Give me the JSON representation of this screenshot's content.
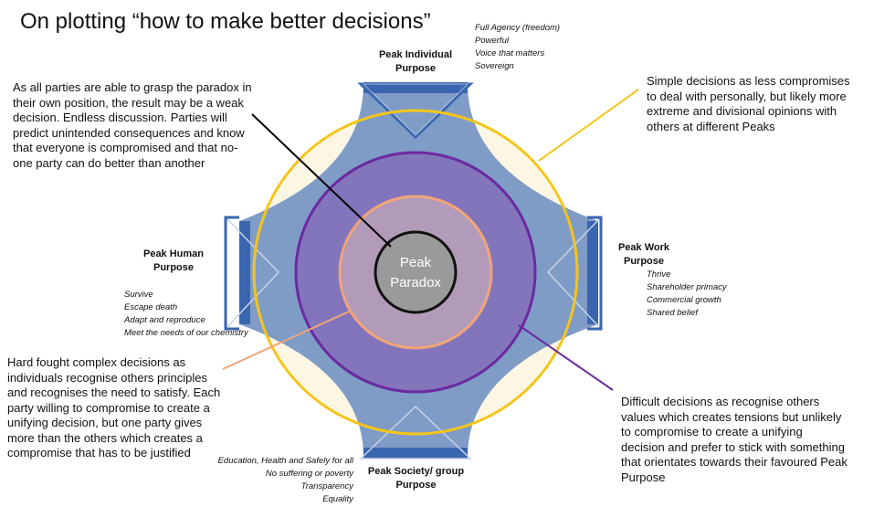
{
  "title": "On plotting “how to make better decisions”",
  "center_label_line1": "Peak",
  "center_label_line2": "Paradox",
  "peaks": {
    "individual": {
      "label_line1": "Peak Individual",
      "label_line2": "Purpose",
      "attributes": [
        "Full Agency (freedom)",
        "Powerful",
        "Voice that matters",
        "Sovereign"
      ]
    },
    "work": {
      "label_line1": "Peak Work",
      "label_line2": "Purpose",
      "attributes": [
        "Thrive",
        "Shareholder primacy",
        "Commercial growth",
        "Shared belief"
      ]
    },
    "human": {
      "label_line1": "Peak Human",
      "label_line2": "Purpose",
      "attributes": [
        "Survive",
        "Escape death",
        "Adapt and reproduce",
        "Meet the needs of our chemistry"
      ]
    },
    "society": {
      "label_line1": "Peak Society/ group",
      "label_line2": "Purpose",
      "attributes": [
        "Education, Health and Safely for all",
        "No suffering or poverty",
        "Transparency",
        "Equality"
      ]
    }
  },
  "notes": {
    "paradox": [
      "As all parties are able to grasp the paradox in",
      "their own position, the result may be a weak",
      "decision. Endless discussion. Parties will",
      "predict unintended consequences and know",
      "that everyone is compromised and that no-",
      "one party can do better than another"
    ],
    "simple": [
      "Simple decisions as less compromises",
      "to deal with personally, but likely more",
      "extreme and divisional opinions with",
      "others at different Peaks"
    ],
    "hard": [
      "Hard fought complex decisions as",
      "individuals recognise others principles",
      "and recognises the need to satisfy. Each",
      "party willing to compromise to create a",
      "unifying decision, but one party gives",
      "more than the others which creates a",
      "compromise that has to be justified"
    ],
    "difficult": [
      "Difficult decisions as recognise others",
      "values which creates tensions but unlikely",
      "to compromise to create a unifying",
      "decision and prefer to stick with something",
      "that orientates towards their favoured Peak",
      "Purpose"
    ]
  },
  "colors": {
    "outer_ring": "#f5c518",
    "cream_fill": "#fdf6e3",
    "blue_shape": "#7f9cc7",
    "blue_border": "#3a66b0",
    "purple_ring": "#8275bb",
    "purple_border": "#6a2aa0",
    "inner_ring": "#b29bb8",
    "inner_border": "#f0a57a",
    "center_fill": "#9a9a9a",
    "center_border": "#111111"
  }
}
